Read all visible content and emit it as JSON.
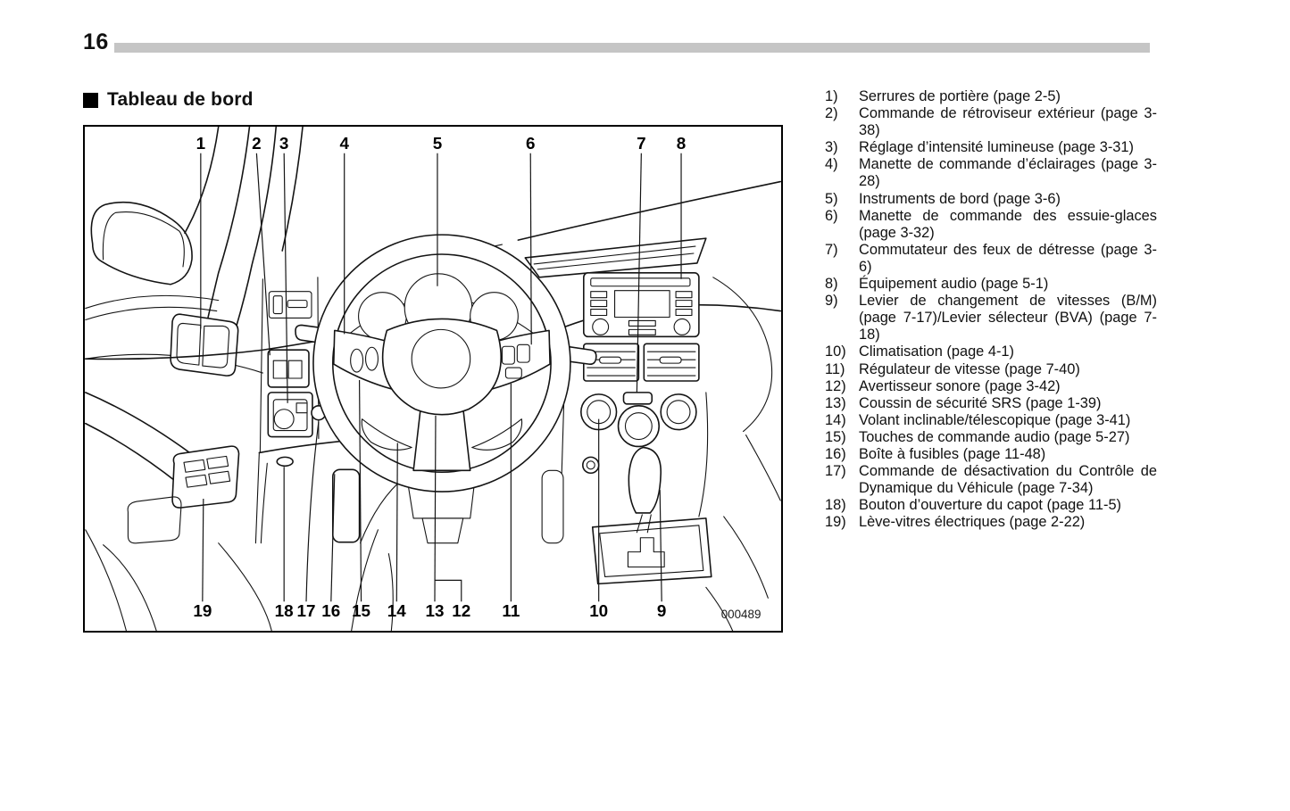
{
  "page": {
    "number": "16"
  },
  "section": {
    "title": "Tableau de bord"
  },
  "figure": {
    "code": "000489",
    "callouts": {
      "top": [
        "1",
        "2",
        "3",
        "4",
        "5",
        "6",
        "7",
        "8"
      ],
      "bottom": [
        "19",
        "18",
        "17",
        "16",
        "15",
        "14",
        "13",
        "12",
        "11",
        "10",
        "9"
      ]
    }
  },
  "legend": {
    "items": [
      {
        "num": "1)",
        "text": "Serrures de portière (page 2-5)"
      },
      {
        "num": "2)",
        "text": "Commande de rétroviseur extérieur (page 3-38)"
      },
      {
        "num": "3)",
        "text": "Réglage d’intensité lumineuse (page 3-31)"
      },
      {
        "num": "4)",
        "text": "Manette de commande d’éclairages (page 3-28)"
      },
      {
        "num": "5)",
        "text": "Instruments de bord (page 3-6)"
      },
      {
        "num": "6)",
        "text": "Manette de commande des essuie-glaces (page 3-32)"
      },
      {
        "num": "7)",
        "text": "Commutateur des feux de détresse (page 3-6)"
      },
      {
        "num": "8)",
        "text": "Équipement audio (page 5-1)"
      },
      {
        "num": "9)",
        "text": "Levier de changement de vitesses (B/M) (page 7-17)/Levier sélecteur (BVA) (page 7-18)"
      },
      {
        "num": "10)",
        "text": "Climatisation (page 4-1)"
      },
      {
        "num": "11)",
        "text": "Régulateur de vitesse (page 7-40)"
      },
      {
        "num": "12)",
        "text": "Avertisseur sonore (page 3-42)"
      },
      {
        "num": "13)",
        "text": "Coussin de sécurité SRS (page 1-39)"
      },
      {
        "num": "14)",
        "text": "Volant inclinable/télescopique (page 3-41)"
      },
      {
        "num": "15)",
        "text": "Touches de commande audio (page 5-27)"
      },
      {
        "num": "16)",
        "text": "Boîte à fusibles (page 11-48)"
      },
      {
        "num": "17)",
        "text": "Commande de désactivation du Contrôle de Dynamique du Véhicule (page 7-34)"
      },
      {
        "num": "18)",
        "text": "Bouton d’ouverture du capot (page 11-5)"
      },
      {
        "num": "19)",
        "text": "Lève-vitres électriques (page 2-22)"
      }
    ]
  }
}
